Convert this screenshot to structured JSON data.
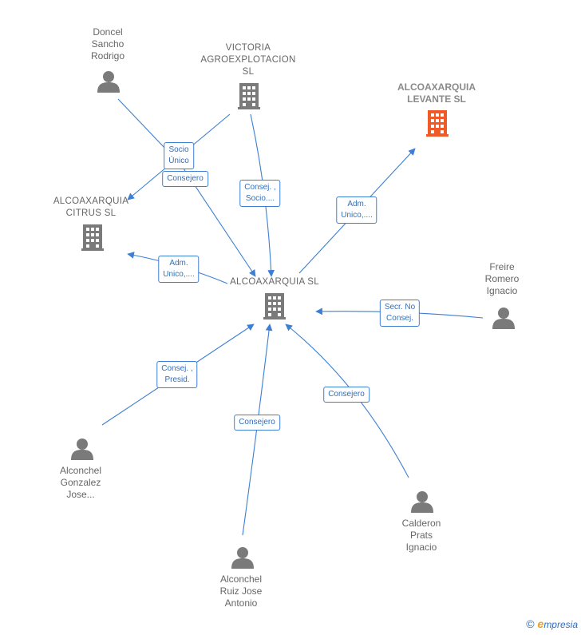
{
  "nodes": {
    "doncel": {
      "label": "Doncel\nSancho\nRodrigo",
      "kind": "person"
    },
    "victoria": {
      "label": "VICTORIA\nAGROEXPLOTACION\nSL",
      "kind": "company"
    },
    "levante": {
      "label": "ALCOAXARQUIA\nLEVANTE  SL",
      "kind": "company-highlight"
    },
    "citrus": {
      "label": "ALCOAXARQUIA\nCITRUS  SL",
      "kind": "company"
    },
    "center": {
      "label": "ALCOAXARQUIA SL",
      "kind": "company"
    },
    "freire": {
      "label": "Freire\nRomero\nIgnacio",
      "kind": "person"
    },
    "gonzalez": {
      "label": "Alconchel\nGonzalez\nJose...",
      "kind": "person"
    },
    "calderon": {
      "label": "Calderon\nPrats\nIgnacio",
      "kind": "person"
    },
    "ruiz": {
      "label": "Alconchel\nRuiz Jose\nAntonio",
      "kind": "person"
    }
  },
  "edges": {
    "socio_unico": "Socio\nÚnico",
    "consejero_doncel": "Consejero",
    "consej_socio": "Consej. ,\nSocio....",
    "adm_levante": "Adm.\nUnico,....",
    "adm_citrus": "Adm.\nUnico,....",
    "secr": "Secr.  No\nConsej.",
    "consej_presid": "Consej. ,\nPresid.",
    "consejero_ruiz": "Consejero",
    "consejero_calderon": "Consejero"
  },
  "colors": {
    "edge": "#3d7fd4",
    "icon": "#7a7a7a",
    "highlight": "#f05a28"
  },
  "footer": {
    "copyright": "©",
    "brand_first": "e",
    "brand_rest": "mpresia"
  }
}
